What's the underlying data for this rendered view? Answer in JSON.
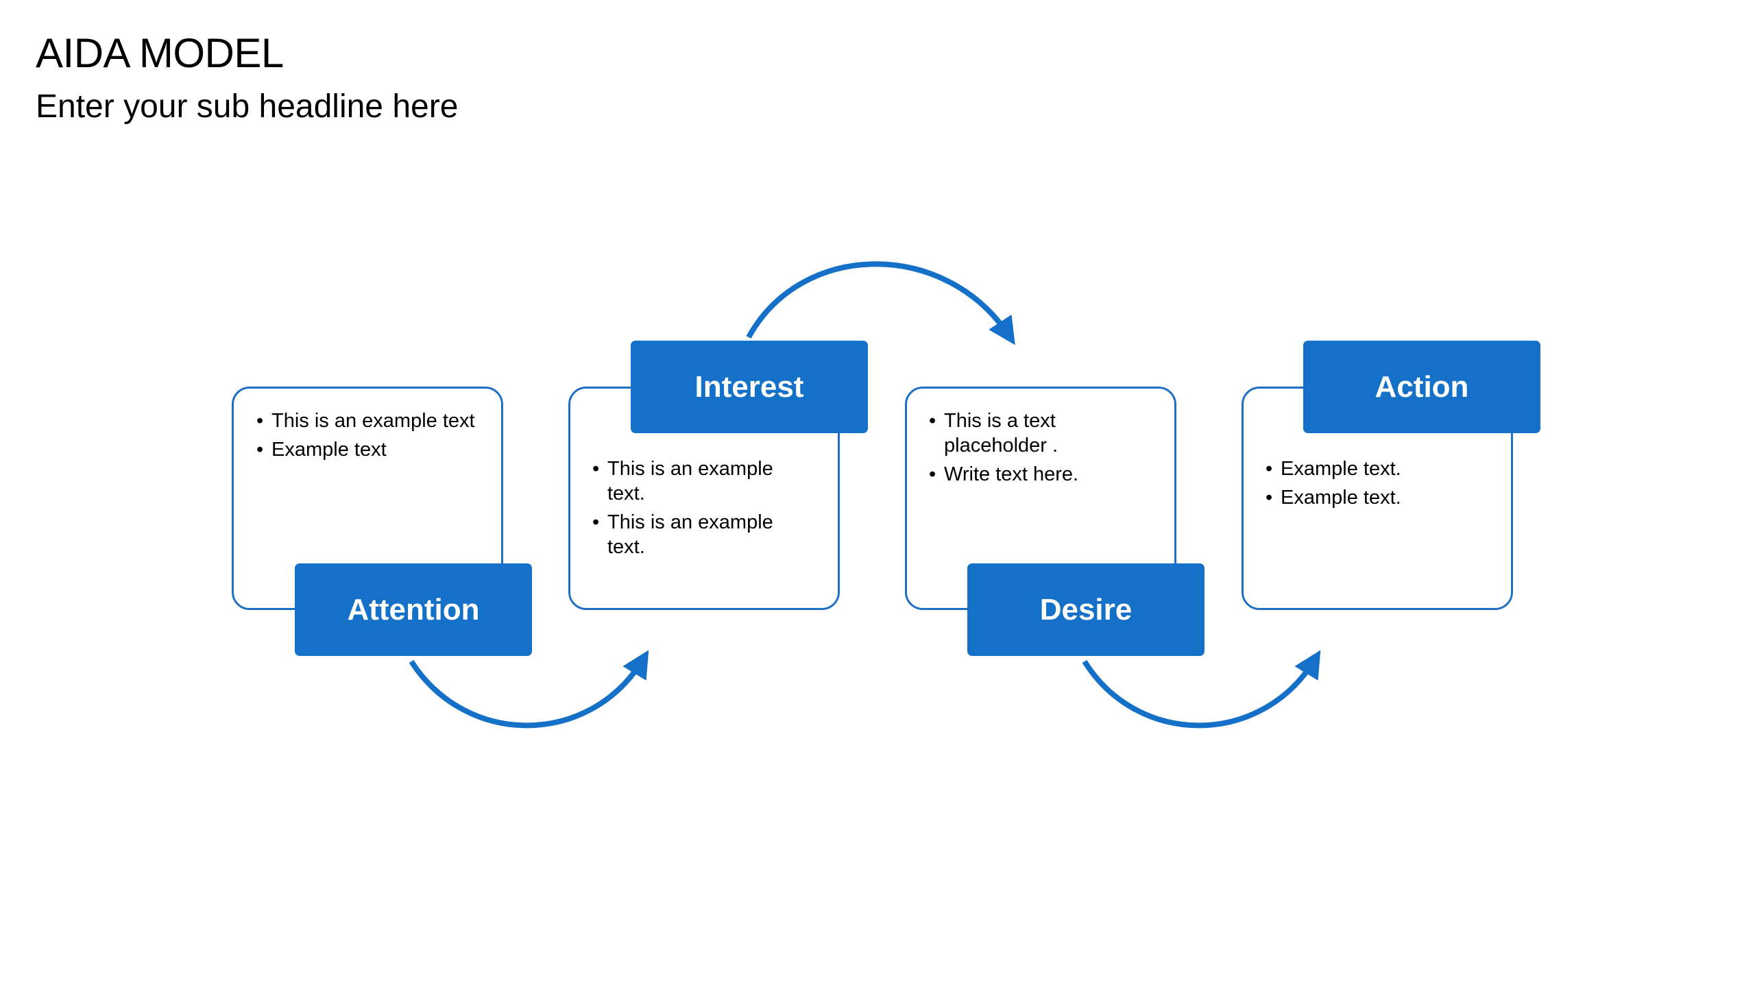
{
  "header": {
    "title": "AIDA MODEL",
    "subtitle": "Enter your sub headline here"
  },
  "stages": [
    {
      "label": "Attention",
      "bullets": [
        "This is an example text",
        "Example text"
      ]
    },
    {
      "label": "Interest",
      "bullets": [
        "This is an example text.",
        "This is an example text."
      ]
    },
    {
      "label": "Desire",
      "bullets": [
        "This is a text placeholder .",
        "Write text here."
      ]
    },
    {
      "label": "Action",
      "bullets": [
        "Example text.",
        "Example text."
      ]
    }
  ],
  "colors": {
    "accent": "#1570c8",
    "outline": "#1f6fc5",
    "text": "#000000",
    "background": "#ffffff"
  }
}
